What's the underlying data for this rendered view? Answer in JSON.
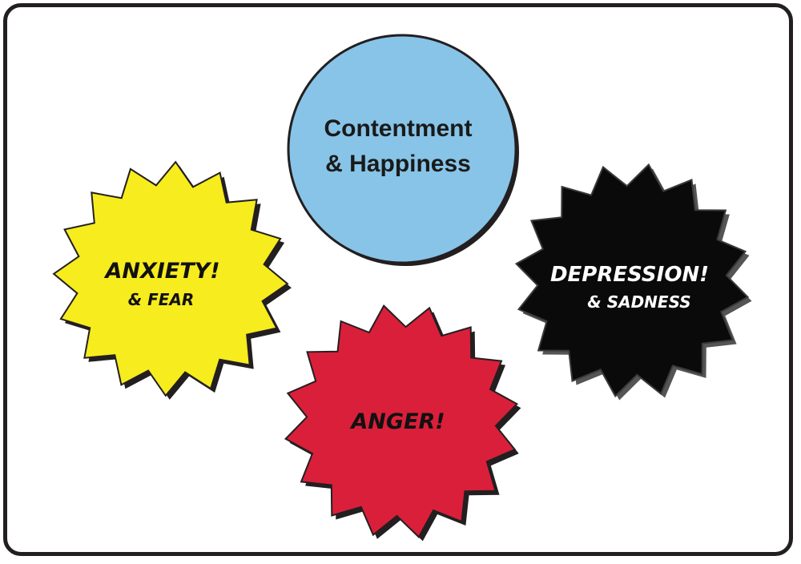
{
  "diagram": {
    "contentment": {
      "line1": "Contentment",
      "line2": "& Happiness",
      "fill": "#87c4e8",
      "text_color": "#1a1a1a"
    },
    "anxiety": {
      "title": "ANXIETY!",
      "subtitle": "& FEAR",
      "fill": "#f7ec1d",
      "text_color": "#111111"
    },
    "anger": {
      "title": "ANGER!",
      "fill": "#da1f3a",
      "text_color": "#111111"
    },
    "depression": {
      "title": "DEPRESSION!",
      "subtitle": "& SADNESS",
      "fill": "#0a0a0a",
      "text_color": "#ffffff"
    },
    "colors": {
      "border": "#231f20",
      "shadow": "#231f20",
      "background": "#ffffff"
    }
  }
}
